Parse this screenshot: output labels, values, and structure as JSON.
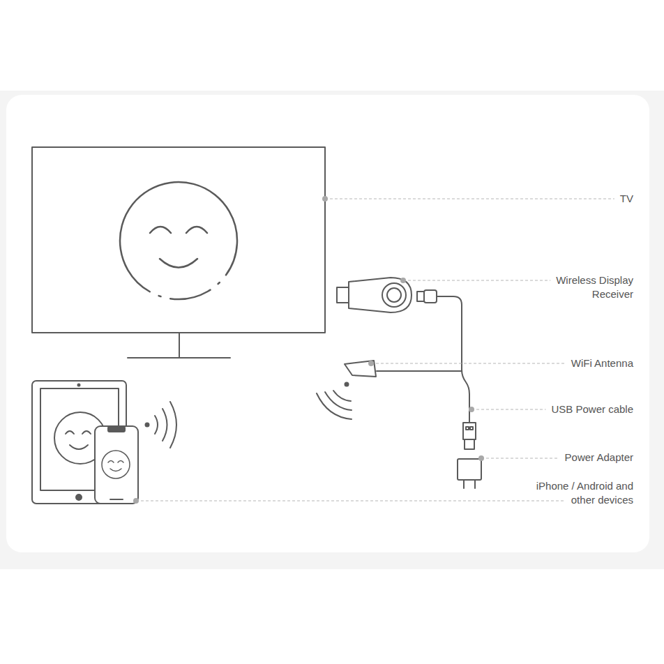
{
  "diagram": {
    "labels": [
      "TV",
      "Wireless Display Receiver",
      "WiFi Antenna",
      "USB Power cable",
      "Power Adapter",
      "iPhone / Android and other devices"
    ]
  }
}
